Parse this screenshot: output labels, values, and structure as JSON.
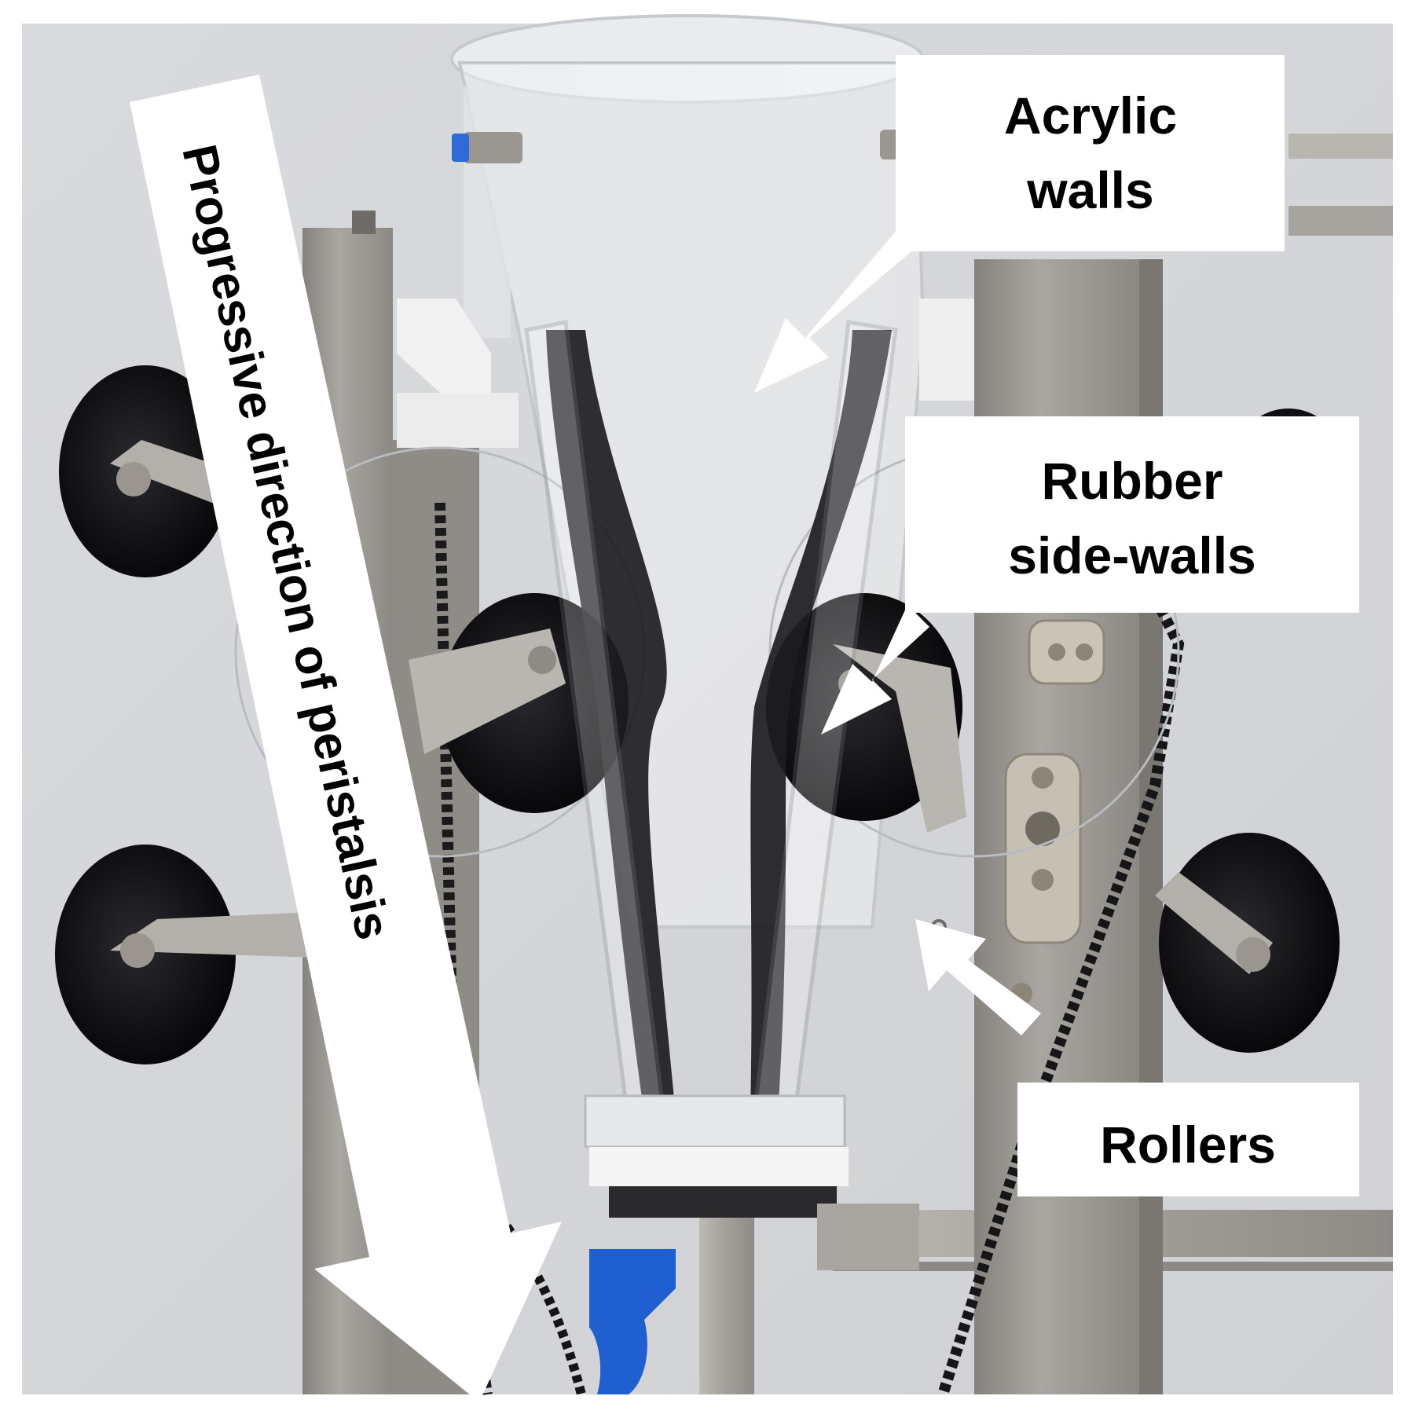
{
  "labels": {
    "direction_line1": "Progressive direction of peristalsis",
    "acrylic_line1": "Acrylic",
    "acrylic_line2": "walls",
    "rubber_line1": "Rubber",
    "rubber_line2": "side-walls",
    "rollers": "Rollers"
  },
  "colors": {
    "background": "#d6d8dc",
    "frame_metal": "#9d9a95",
    "roller_black": "#0e0e10",
    "blue_valve": "#1f5fd0",
    "label_box": "#ffffff",
    "arrow": "#ffffff"
  }
}
